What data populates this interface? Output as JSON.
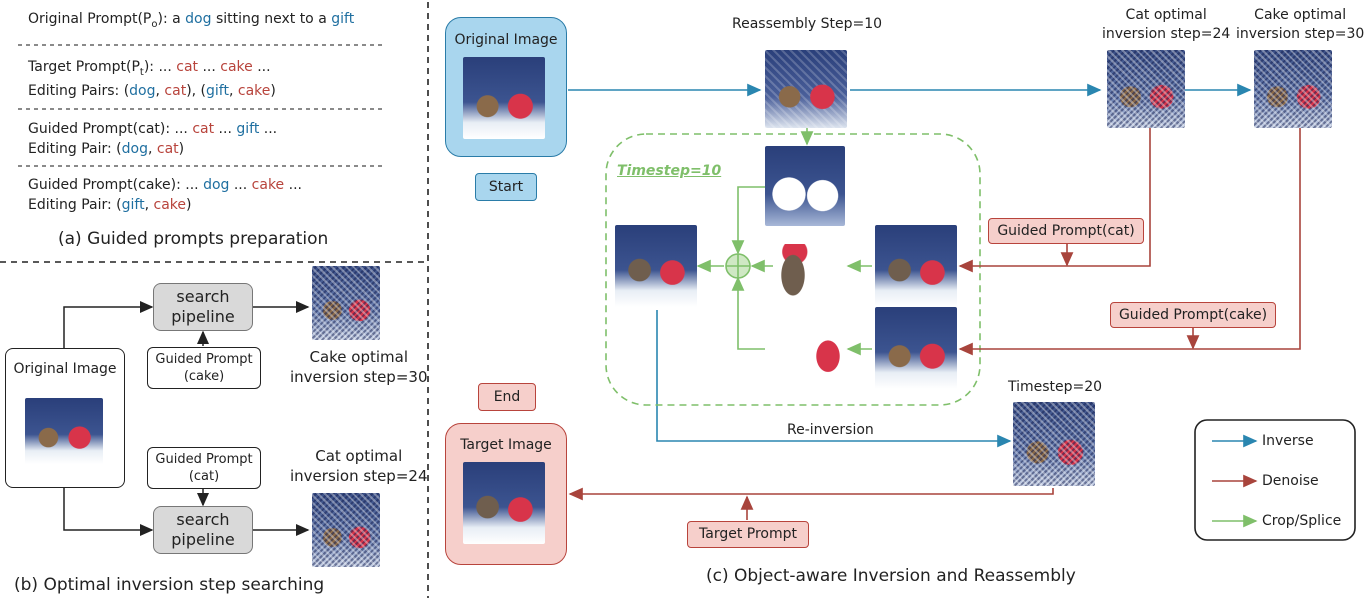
{
  "panel_a": {
    "original_prompt_label": "Original Prompt(P",
    "original_prompt_sub": "o",
    "original_prompt_sep": "): a ",
    "original_dog": "dog",
    "original_mid": " sitting next to a ",
    "original_gift": "gift",
    "target_prompt_label": "Target Prompt(P",
    "target_prompt_sub": "t",
    "target_prompt_sep": "): ... ",
    "target_cat": "cat",
    "target_mid": " ... ",
    "target_cake": "cake",
    "target_end": " ...",
    "editing_pairs_label": "Editing Pairs: (",
    "ep_dog": "dog",
    "ep_comma1": ", ",
    "ep_cat": "cat",
    "ep_sep": "), (",
    "ep_gift": "gift",
    "ep_comma2": ", ",
    "ep_cake": "cake",
    "ep_close": ")",
    "guided_cat_label": "Guided Prompt(cat): ... ",
    "gc_cat": "cat",
    "gc_mid": " ... ",
    "gc_gift": "gift",
    "gc_end": " ...",
    "pair_cat_label": "Editing Pair:  (",
    "pc_dog": "dog",
    "pc_comma": ", ",
    "pc_cat": "cat",
    "pc_close": ")",
    "guided_cake_label": "Guided Prompt(cake): ... ",
    "gk_dog": "dog",
    "gk_mid": " ... ",
    "gk_cake": "cake",
    "gk_end": " ...",
    "pair_cake_label": "Editing Pair:  (",
    "pk_gift": "gift",
    "pk_comma": ", ",
    "pk_cake": "cake",
    "pk_close": ")",
    "caption": "(a) Guided prompts preparation"
  },
  "panel_b": {
    "original_image": "Original Image",
    "search_pipeline_top": "search\npipeline",
    "search_pipeline_bottom": "search\npipeline",
    "guided_prompt_cake": "Guided Prompt\n(cake)",
    "guided_prompt_cat": "Guided Prompt\n(cat)",
    "cake_step": "Cake optimal\ninversion step=30",
    "cat_step": "Cat optimal\ninversion step=24",
    "caption": "(b) Optimal inversion step searching"
  },
  "panel_c": {
    "original_image": "Original Image",
    "start": "Start",
    "reassembly_step": "Reassembly Step=10",
    "cat_step": "Cat optimal\ninversion step=24",
    "cake_step": "Cake optimal\ninversion step=30",
    "timestep10": "Timestep=10",
    "guided_prompt_cat": "Guided Prompt(cat)",
    "guided_prompt_cake": "Guided Prompt(cake)",
    "timestep20": "Timestep=20",
    "reinversion": "Re-inversion",
    "end": "End",
    "target_image": "Target Image",
    "target_prompt": "Target Prompt",
    "caption": "(c) Object-aware Inversion and Reassembly"
  },
  "legend": {
    "inverse": "Inverse",
    "denoise": "Denoise",
    "crop_splice": "Crop/Splice",
    "colors": {
      "inverse": "#2a86b0",
      "denoise": "#a8443c",
      "crop_splice": "#7fbf6a"
    }
  }
}
